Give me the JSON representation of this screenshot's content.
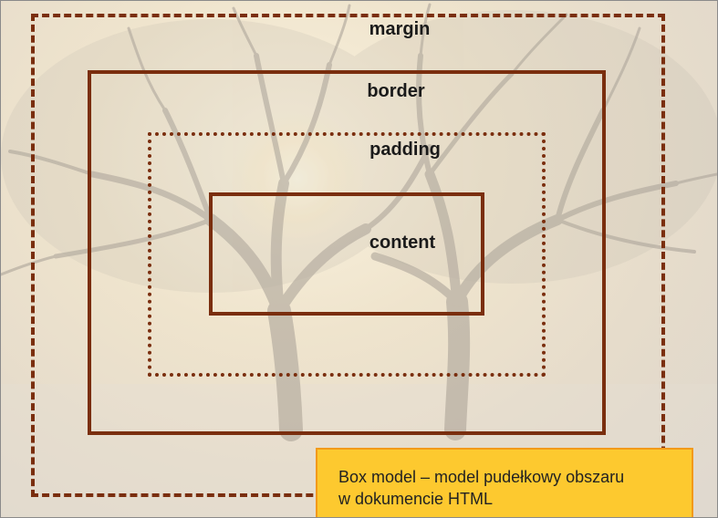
{
  "diagram": {
    "labels": {
      "margin": "margin",
      "border": "border",
      "padding": "padding",
      "content": "content"
    },
    "caption": {
      "line1": "Box model – model pudełkowy obszaru",
      "line2": "w dokumencie HTML"
    },
    "colors": {
      "box_stroke": "#7a2e0e",
      "caption_fill": "#fdc92f",
      "caption_border": "#f29a1a"
    }
  }
}
